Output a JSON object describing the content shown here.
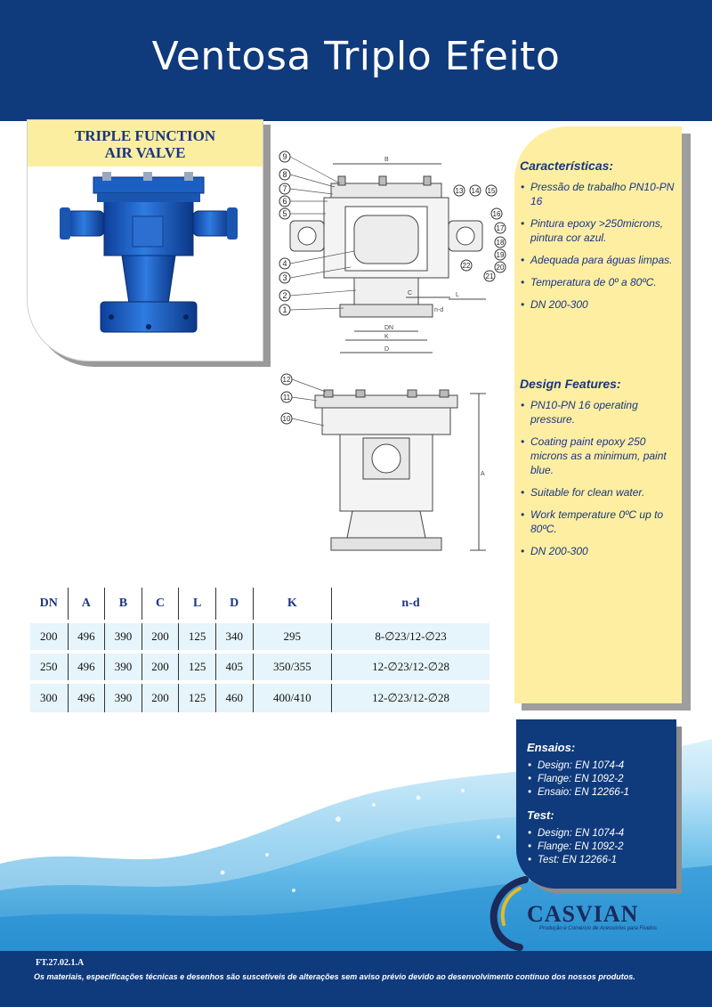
{
  "header": {
    "title": "Ventosa Triplo Efeito"
  },
  "product": {
    "title_line1": "TRIPLE FUNCTION",
    "title_line2": "AIR VALVE"
  },
  "drawing": {
    "callouts_left": [
      "9",
      "8",
      "7",
      "6",
      "5",
      "4",
      "3",
      "2",
      "1"
    ],
    "callouts_right": [
      "13",
      "14",
      "15",
      "16",
      "17",
      "18",
      "19",
      "20",
      "21",
      "22"
    ],
    "callouts_bottom": [
      "12",
      "11",
      "10"
    ],
    "dim_labels": {
      "B": "B",
      "C": "C",
      "L": "L",
      "nd": "n-d",
      "DN": "DN",
      "K": "K",
      "D": "D",
      "A": "A"
    }
  },
  "features": {
    "pt_heading": "Características:",
    "pt_items": [
      "Pressão de trabalho PN10-PN 16",
      "Pintura epoxy >250microns, pintura cor azul.",
      "Adequada para águas limpas.",
      "Temperatura de 0º a 80ºC.",
      "DN 200-300"
    ],
    "en_heading": "Design Features:",
    "en_items": [
      "PN10-PN 16 operating pressure.",
      "Coating paint epoxy 250 microns as a minimum, paint blue.",
      "Suitable for clean water.",
      "Work temperature 0ºC up to 80ºC.",
      "DN 200-300"
    ]
  },
  "table": {
    "headers": [
      "DN",
      "A",
      "B",
      "C",
      "L",
      "D",
      "K",
      "n-d"
    ],
    "rows": [
      [
        "200",
        "496",
        "390",
        "200",
        "125",
        "340",
        "295",
        "8-∅23/12-∅23"
      ],
      [
        "250",
        "496",
        "390",
        "200",
        "125",
        "405",
        "350/355",
        "12-∅23/12-∅28"
      ],
      [
        "300",
        "496",
        "390",
        "200",
        "125",
        "460",
        "400/410",
        "12-∅23/12-∅28"
      ]
    ]
  },
  "tests": {
    "pt_heading": "Ensaios:",
    "pt_items": [
      "Design: EN 1074-4",
      "Flange: EN 1092-2",
      "Ensaio: EN 12266-1"
    ],
    "en_heading": "Test:",
    "en_items": [
      "Design: EN 1074-4",
      "Flange: EN 1092-2",
      "Test: EN 12266-1"
    ]
  },
  "logo": {
    "name": "CASVIAN",
    "tagline": "Produção e Comércio de Acessórios para Fluidos"
  },
  "footer": {
    "code": "FT.27.02.1.A",
    "note": "Os materiais, especificações técnicas e desenhos são suscetíveis de alterações sem aviso prévio devido ao desenvolvimento contínuo dos nossos produtos."
  },
  "colors": {
    "navy": "#0f3a7c",
    "yellow": "#fdeea2",
    "table_row": "#e6f4fb",
    "valve_blue": "#1b63c8"
  }
}
